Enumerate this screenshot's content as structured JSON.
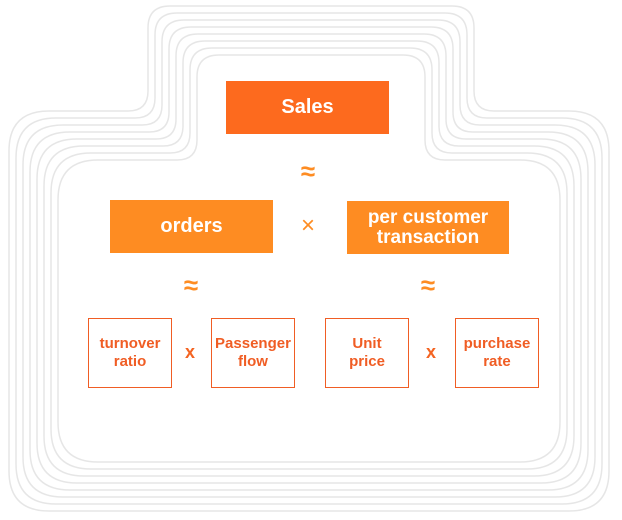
{
  "sales": {
    "label": "Sales"
  },
  "orders": {
    "label": "orders"
  },
  "per_customer_transaction": {
    "line1": "per customer",
    "line2": "transaction"
  },
  "turnover_ratio": {
    "line1": "turnover",
    "line2": "ratio"
  },
  "passenger_flow": {
    "line1": "Passenger",
    "line2": "flow"
  },
  "unit_price": {
    "line1": "Unit",
    "line2": "price"
  },
  "purchase_rate": {
    "line1": "purchase",
    "line2": "rate"
  },
  "operators": {
    "approx": "≈",
    "times_large": "×",
    "times_small": "x"
  },
  "colors": {
    "sales_fill": "#fd6a1e",
    "level2_fill": "#fe8c22",
    "level3_border": "#f05d24",
    "outline": "#e6e6e6"
  }
}
